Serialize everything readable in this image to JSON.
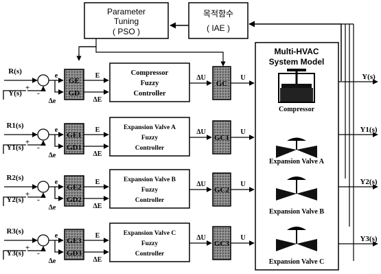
{
  "top": {
    "tuning_line1": "Parameter",
    "tuning_line2": "Tuning",
    "tuning_line3": "( PSO )",
    "objective_line1": "목적함수",
    "objective_line2": "( IAE )"
  },
  "model": {
    "title_line1": "Multi-HVAC",
    "title_line2": "System Model",
    "compressor": "Compressor",
    "valve_a": "Expansion Valve A",
    "valve_b": "Expansion Valve B",
    "valve_c": "Expansion Valve C"
  },
  "loops": [
    {
      "ref": "R(s)",
      "fb": "Y(s)",
      "out": "Y(s)",
      "ge": "GE",
      "gd": "GD",
      "gc": "GC",
      "ctrl_line1": "Compressor",
      "ctrl_line2": "Fuzzy",
      "ctrl_line3": "Controller"
    },
    {
      "ref": "R1(s)",
      "fb": "Y1(s)",
      "out": "Y1(s)",
      "ge": "GE1",
      "gd": "GD1",
      "gc": "GC1",
      "ctrl_line1": "Expansion Valve A",
      "ctrl_line2": "Fuzzy",
      "ctrl_line3": "Controller"
    },
    {
      "ref": "R2(s)",
      "fb": "Y2(s)",
      "out": "Y2(s)",
      "ge": "GE2",
      "gd": "GD2",
      "gc": "GC2",
      "ctrl_line1": "Expansion Valve B",
      "ctrl_line2": "Fuzzy",
      "ctrl_line3": "Controller"
    },
    {
      "ref": "R3(s)",
      "fb": "Y3(s)",
      "out": "Y3(s)",
      "ge": "GE3",
      "gd": "GD3",
      "gc": "GC3",
      "ctrl_line1": "Expansion Valve C",
      "ctrl_line2": "Fuzzy",
      "ctrl_line3": "Controller"
    }
  ],
  "signals": {
    "e": "e",
    "de": "Δe",
    "E": "E",
    "dE": "ΔE",
    "dU": "ΔU",
    "U": "U",
    "plus": "+",
    "minus": "-"
  }
}
